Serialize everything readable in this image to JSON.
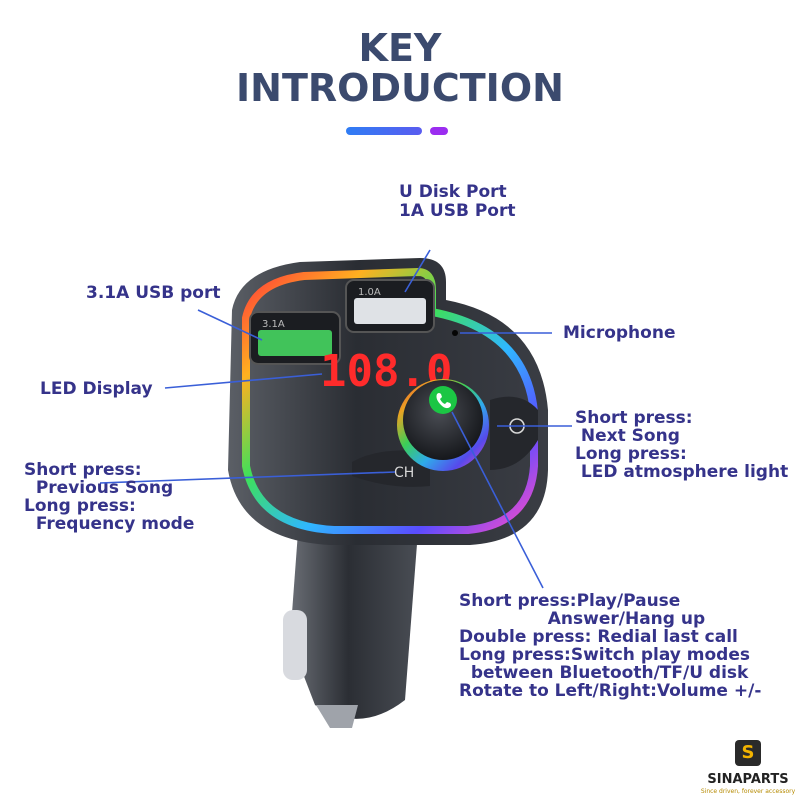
{
  "title": {
    "line1": "KEY",
    "line2": "INTRODUCTION"
  },
  "accent": {
    "blue": "#3d6ff2",
    "violet": "#9b2df0",
    "title_color": "#3b4a6e",
    "label_color": "#35338a"
  },
  "device": {
    "led_display": "108.0",
    "ch_label": "CH",
    "port_left_label": "3.1A",
    "port_right_label": "1.0A"
  },
  "labels": {
    "u_disk": [
      "U Disk Port",
      "1A USB Port"
    ],
    "usb31": "3.1A USB port",
    "microphone": "Microphone",
    "led_display": "LED Display",
    "left_button": [
      "Short press:",
      "  Previous Song",
      "Long press:",
      "  Frequency mode"
    ],
    "right_button": [
      "Short press:",
      " Next Song",
      "Long press:",
      " LED atmosphere light"
    ],
    "knob": [
      "Short press:Play/Pause",
      "               Answer/Hang up",
      "Double press: Redial last call",
      "Long press:Switch play modes",
      "  between Bluetooth/TF/U disk",
      "Rotate to Left/Right:Volume +/-"
    ]
  },
  "brand": {
    "name": "SINAPARTS",
    "tagline": "Since driven, forever accessory",
    "logo_letter": "S"
  }
}
